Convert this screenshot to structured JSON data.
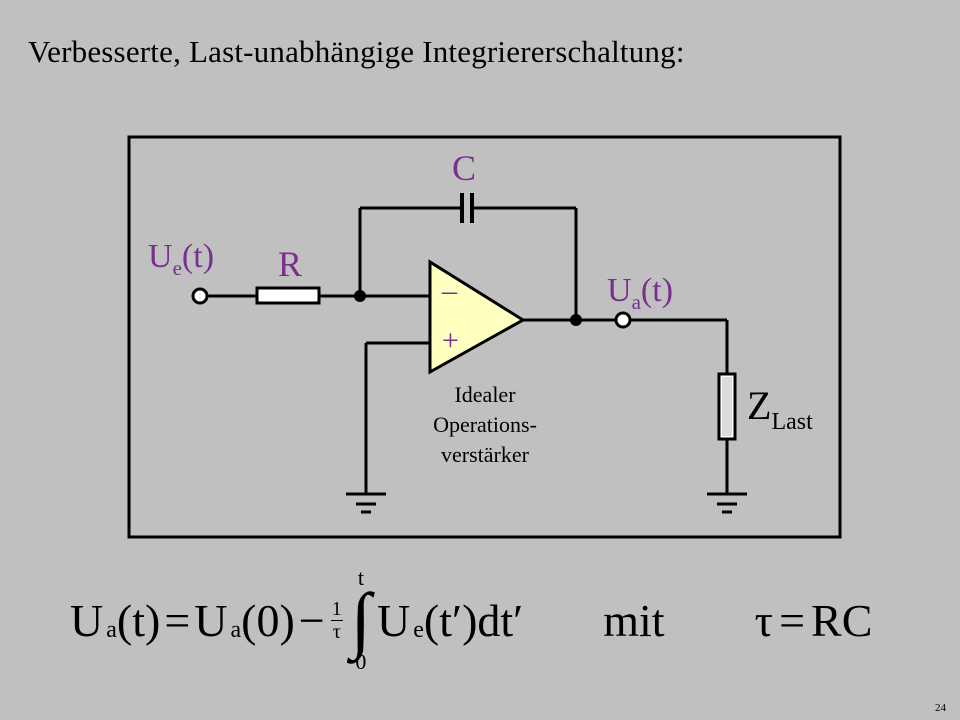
{
  "title": "Verbesserte, Last-unabhängige Integriererschaltung:",
  "circuit": {
    "input_main": "U",
    "input_sub": "e",
    "input_arg": "(t)",
    "resistor": "R",
    "capacitor": "C",
    "output_main": "U",
    "output_sub": "a",
    "output_arg": "(t)",
    "load_main": "Z",
    "load_sub": "Last",
    "minus": "–",
    "plus": "+",
    "opamp_line1": "Idealer",
    "opamp_line2": "Operations-",
    "opamp_line3": "verstärker",
    "colors": {
      "background": "#c0c0c0",
      "opamp_fill": "#ffffc0",
      "label_accent": "#7a2f8e",
      "wire": "#000000"
    }
  },
  "formula": {
    "lhs_U": "U",
    "lhs_sub": "a",
    "lhs_arg": "(t)",
    "eq1": "=",
    "rhs_U": "U",
    "rhs_sub": "a",
    "rhs_arg": "(0)",
    "minus": "−",
    "frac_num": "1",
    "frac_den": "τ",
    "int_upper": "t",
    "int_lower": "0",
    "int_sign": "∫",
    "integrand_U": "U",
    "integrand_sub": "e",
    "integrand_arg": "(t′)dt′",
    "mit": "mit",
    "tau": "τ",
    "eq2": "=",
    "rc": "RC"
  },
  "page_number": "24"
}
